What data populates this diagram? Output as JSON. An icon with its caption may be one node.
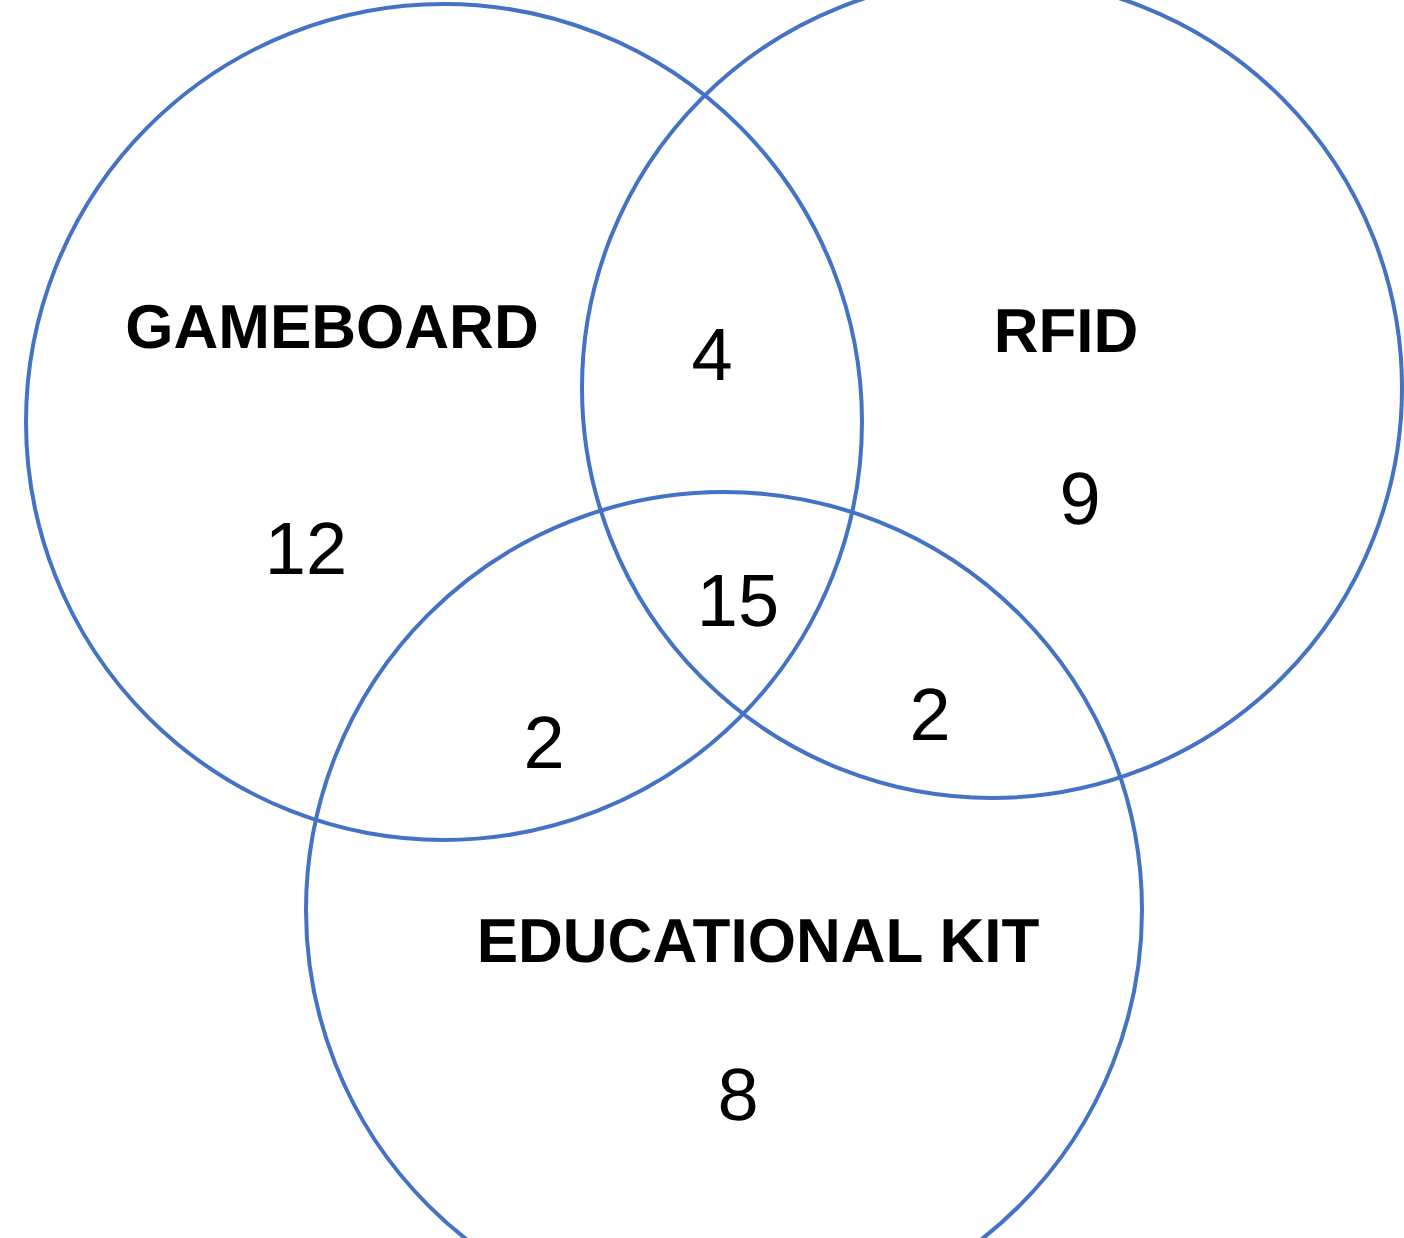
{
  "diagram": {
    "nodes": [
      {
        "text": [
          "GAMEBOARD"
        ]
      },
      {
        "text": [
          "RFID"
        ]
      },
      {
        "text": [
          "EDUCATIONAL KIT"
        ]
      }
    ],
    "labels": [
      "4",
      "9",
      "12",
      "15",
      "2",
      "2",
      "8"
    ]
  }
}
